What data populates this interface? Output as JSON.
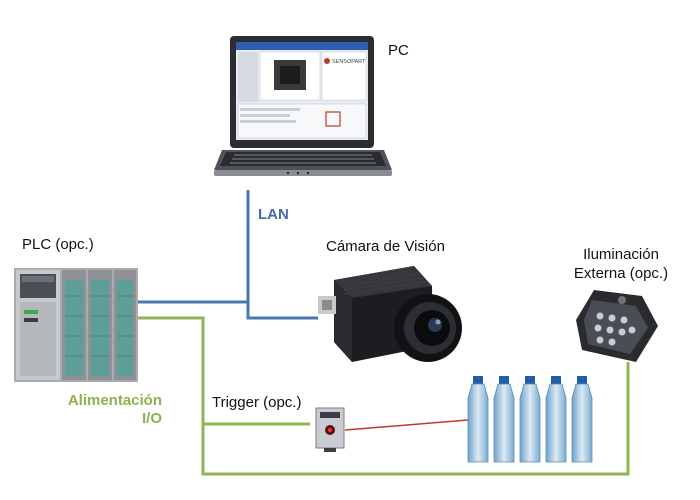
{
  "labels": {
    "pc": "PC",
    "lan": "LAN",
    "plc": "PLC (opc.)",
    "camera": "Cámara de Visión",
    "lighting_line1": "Iluminación",
    "lighting_line2": "Externa (opc.)",
    "power_line1": "Alimentación",
    "power_line2": "I/O",
    "trigger": "Trigger (opc.)"
  },
  "screen": {
    "brand": "SENSOPART"
  },
  "colors": {
    "lan": "#4a77b0",
    "power_io": "#92b457",
    "laser": "#c0392b"
  }
}
